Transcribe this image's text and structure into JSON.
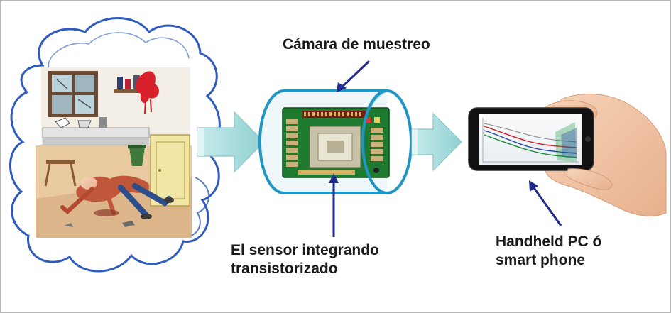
{
  "labels": {
    "camera": "Cámara de muestreo",
    "sensor_line1": "El sensor integrando",
    "sensor_line2": "transistorizado",
    "device_line1": "Handheld PC ó",
    "device_line2": "smart phone"
  },
  "colors": {
    "cloud_outline": "#2f5bbf",
    "arrow_fill": "#a8dcdc",
    "cylinder_stroke": "#2196c4",
    "pointer_arrow": "#1f2a8a",
    "pcb_green": "#1d7a2e"
  },
  "icons": {
    "scene": "crime-scene-illustration",
    "pcb": "circuit-board-icon",
    "phone": "smartphone-in-hand-icon"
  }
}
